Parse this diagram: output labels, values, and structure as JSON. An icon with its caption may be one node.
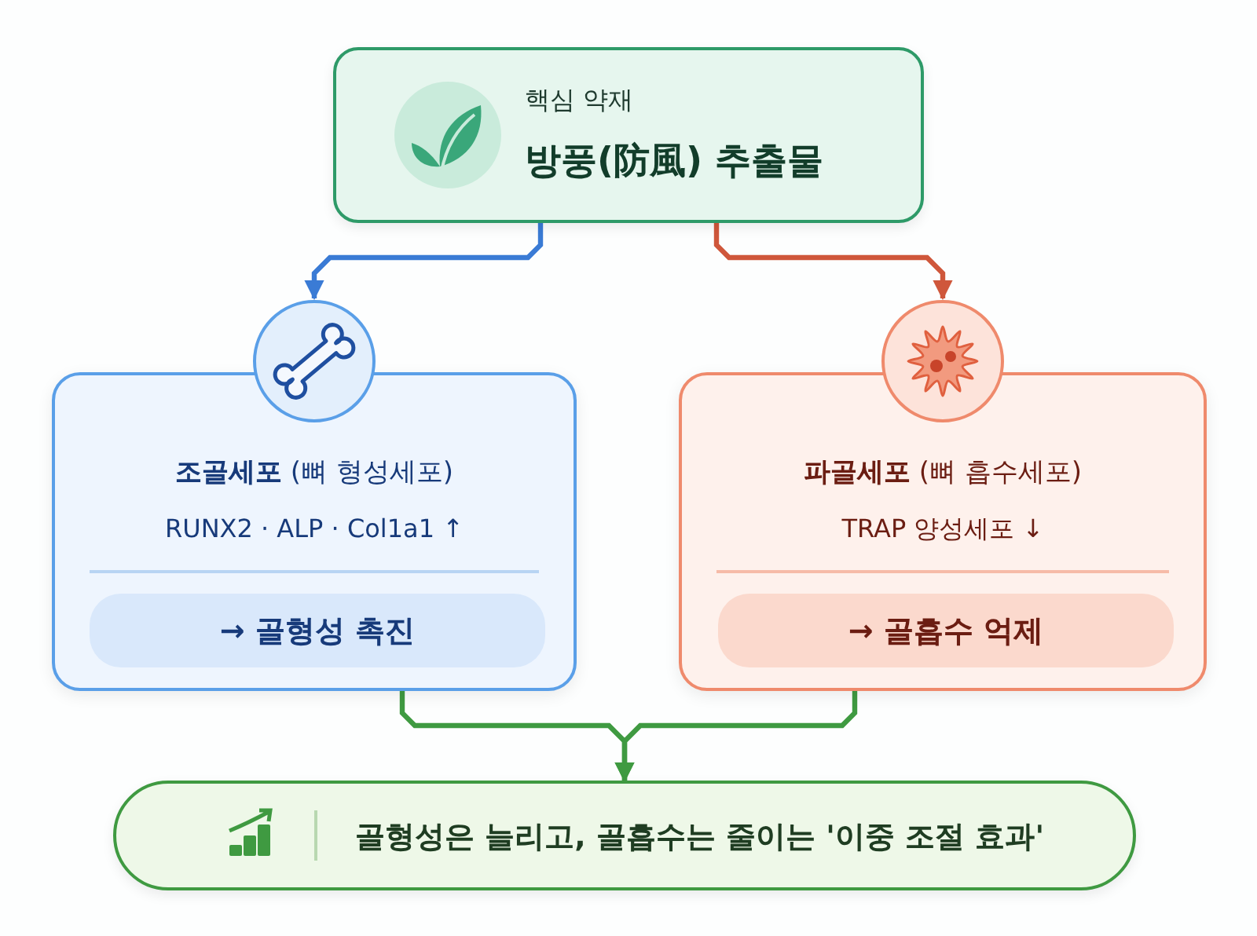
{
  "diagram": {
    "nodes": [
      {
        "text": [
          "핵심 약재",
          "방풍(防風) 추출물"
        ]
      },
      {
        "text": [
          "**조골세포** (뼈 형성세포)",
          "RUNX2 · ALP · Col1a1 ↑"
        ]
      },
      {
        "text": [
          "→ 골형성 촉진"
        ],
        "in": 1
      },
      {
        "text": [
          "**파골세포** (뼈 흡수세포)",
          "TRAP 양성세포 ↓"
        ]
      },
      {
        "text": [
          "→ 골흡수 억제"
        ],
        "in": 3
      },
      {
        "text": [
          "골형성은 늘리고, 골흡수는 줄이는 '이중 조절 효과'"
        ]
      }
    ],
    "edges": [
      {
        "from": 0,
        "to": 1,
        "arrow": "to",
        "color": "#3a7bd5"
      },
      {
        "from": 0,
        "to": 3,
        "arrow": "to",
        "color": "#cf573b"
      },
      {
        "from": 1,
        "to": 5,
        "arrow": "to"
      },
      {
        "from": 3,
        "to": 5,
        "arrow": "to"
      }
    ]
  }
}
